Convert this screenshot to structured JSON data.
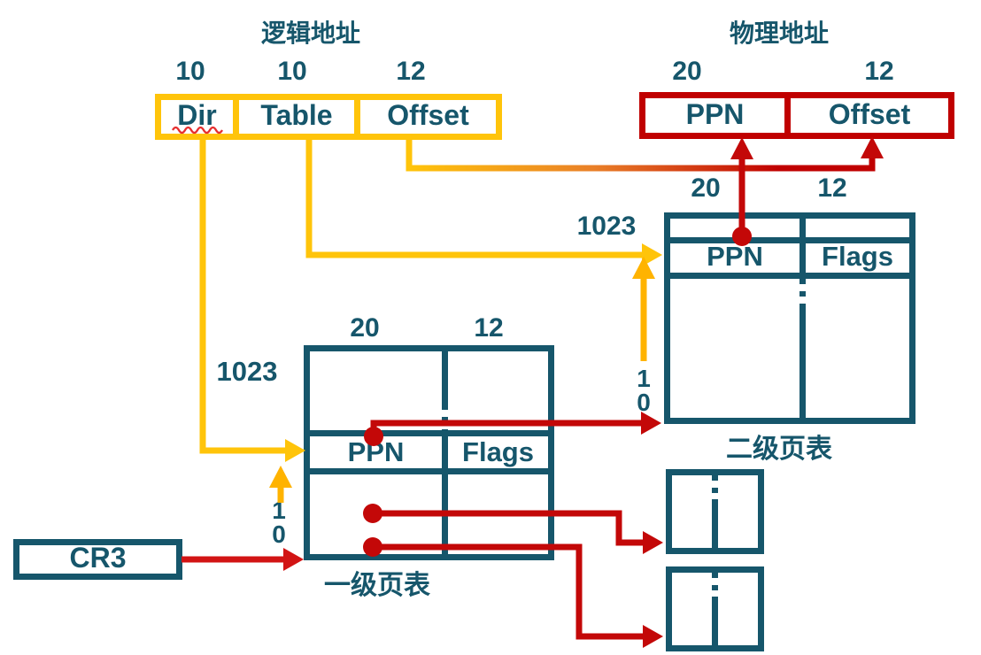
{
  "logical_address": {
    "title": "逻辑地址",
    "bit_widths": [
      "10",
      "10",
      "12"
    ],
    "fields": [
      "Dir",
      "Table",
      "Offset"
    ]
  },
  "physical_address": {
    "title": "物理地址",
    "bit_widths": [
      "20",
      "12"
    ],
    "fields": [
      "PPN",
      "Offset"
    ]
  },
  "page_directory": {
    "caption": "一级页表",
    "index_label": "1023",
    "column_bit_widths": [
      "20",
      "12"
    ],
    "entry_fields": [
      "PPN",
      "Flags"
    ],
    "offset_bits_label": "10"
  },
  "page_table": {
    "caption": "二级页表",
    "index_label": "1023",
    "column_bit_widths": [
      "20",
      "12"
    ],
    "entry_fields": [
      "PPN",
      "Flags"
    ],
    "offset_bits_label": "10"
  },
  "cr3_register": {
    "label": "CR3"
  },
  "colors": {
    "teal": "#16566B",
    "yellow": "#FFC40A",
    "orange": "#E97F28",
    "dark_red": "#C00000",
    "bright_red": "#D21414"
  }
}
